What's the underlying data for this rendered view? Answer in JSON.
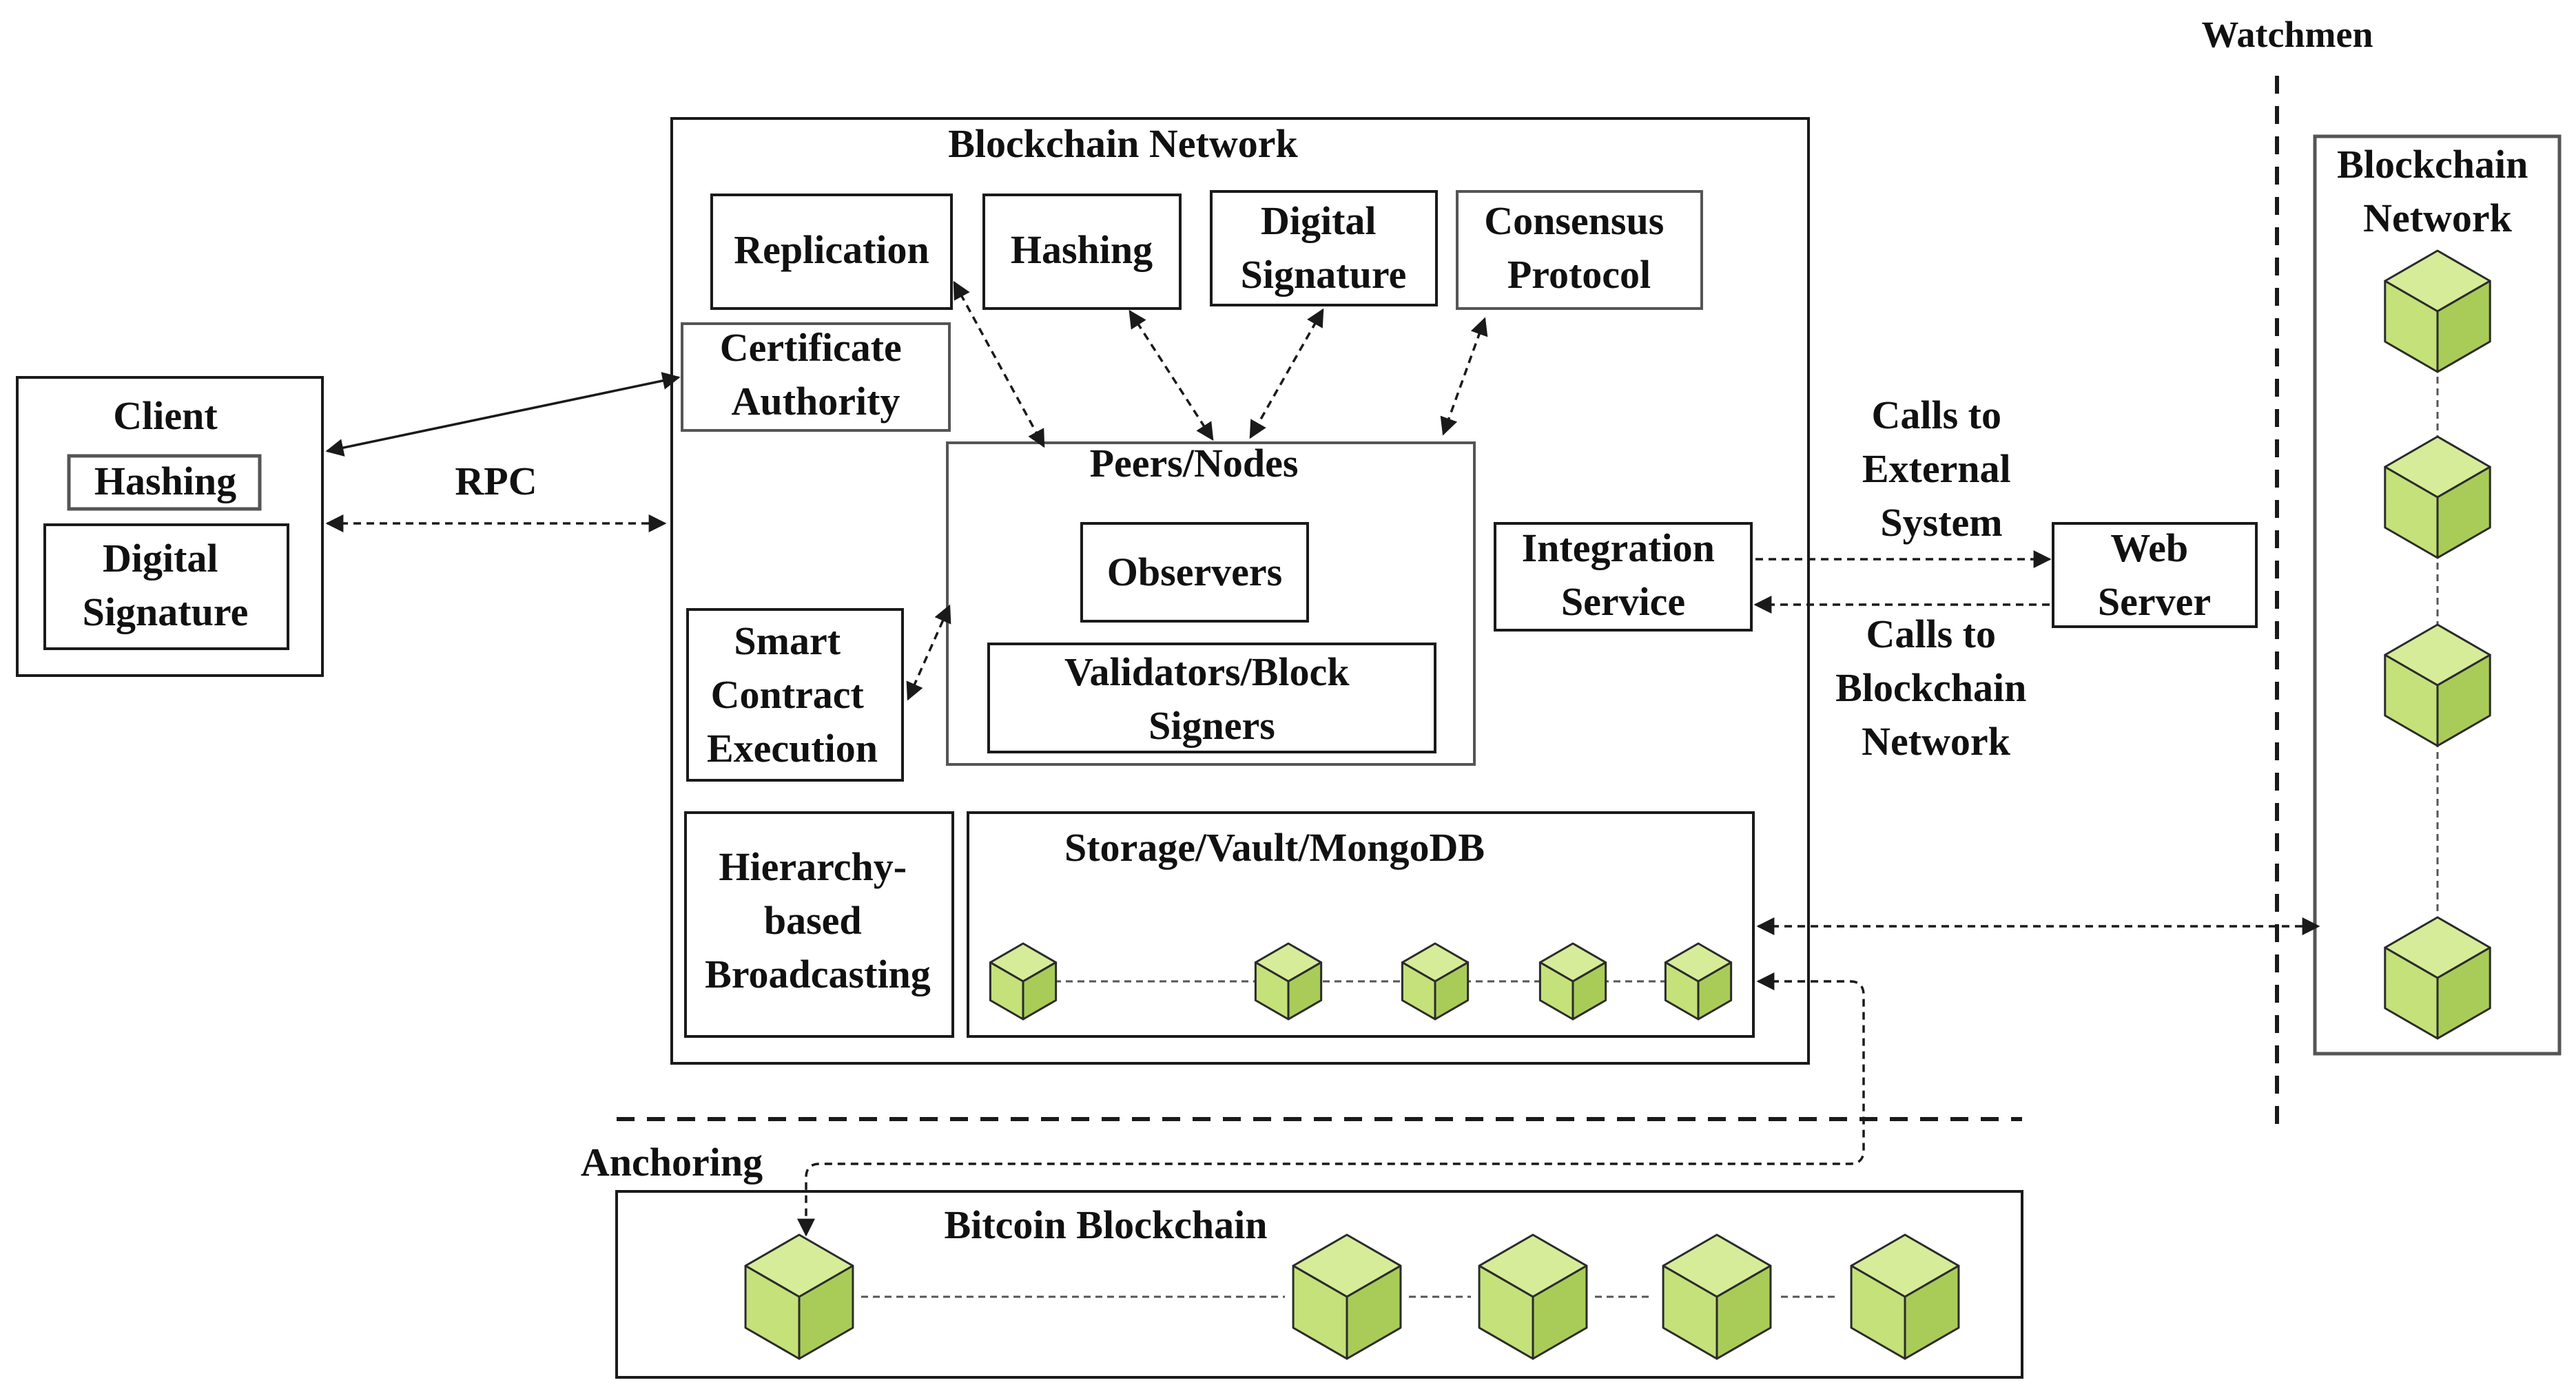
{
  "colors": {
    "stroke": "#1a1a1a",
    "gray_border": "#555555",
    "cube_face": "#c5e17a",
    "cube_top": "#d6ec98",
    "cube_side": "#a9cc58",
    "cube_edge": "#2b2b2b"
  },
  "labels": {
    "watchmen": "Watchmen",
    "blockchain_network_main": "Blockchain Network",
    "replication": "Replication",
    "hashing_main": "Hashing",
    "digital_signature_main": [
      "Digital",
      "Signature"
    ],
    "consensus_protocol": [
      "Consensus",
      "Protocol"
    ],
    "certificate_authority": [
      "Certificate",
      "Authority"
    ],
    "peers_nodes": "Peers/Nodes",
    "observers": "Observers",
    "validators": [
      "Validators/Block",
      "Signers"
    ],
    "smart_contract": [
      "Smart",
      "Contract",
      "Execution"
    ],
    "hierarchy": [
      "Hierarchy-",
      "based",
      "Broadcasting"
    ],
    "storage": "Storage/Vault/MongoDB",
    "integration_service": [
      "Integration",
      "Service"
    ],
    "client": "Client",
    "client_hashing": "Hashing",
    "client_digital_signature": [
      "Digital",
      "Signature"
    ],
    "rpc": "RPC",
    "calls_external": [
      "Calls to",
      "External",
      "System"
    ],
    "calls_blockchain": [
      "Calls to",
      "Blockchain",
      "Network"
    ],
    "web_server": [
      "Web",
      "Server"
    ],
    "watchmen_blockchain_network": [
      "Blockchain",
      "Network"
    ],
    "anchoring": "Anchoring",
    "bitcoin_blockchain": "Bitcoin Blockchain"
  }
}
